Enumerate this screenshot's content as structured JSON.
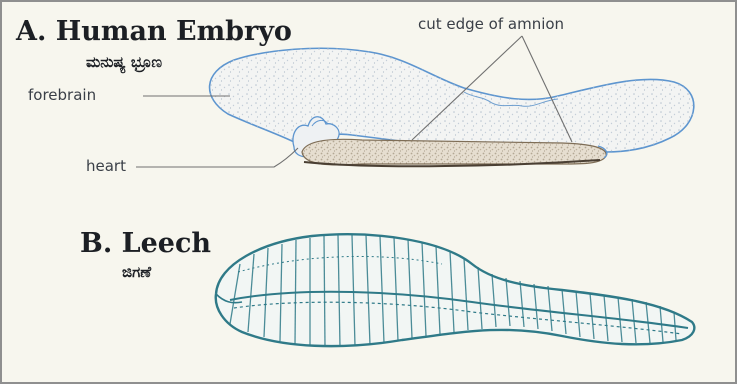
{
  "colors": {
    "panel_background": "#f7f6ee",
    "panel_border": "#8f8f8f",
    "embryo_outline": "#5d95cf",
    "embryo_stipple": "#b9c5d1",
    "leech_color": "#2f7a88",
    "leader_line": "#707070"
  },
  "section_a": {
    "title": "A. Human Embryo",
    "title_kannada": "ಮನುಷ್ಯ ಭ್ರೂಣ",
    "labels": {
      "forebrain": "forebrain",
      "heart": "heart",
      "amnion": "cut edge of amnion"
    }
  },
  "section_b": {
    "title": "B. Leech",
    "title_kannada": "ಜಿಗಣೆ"
  }
}
